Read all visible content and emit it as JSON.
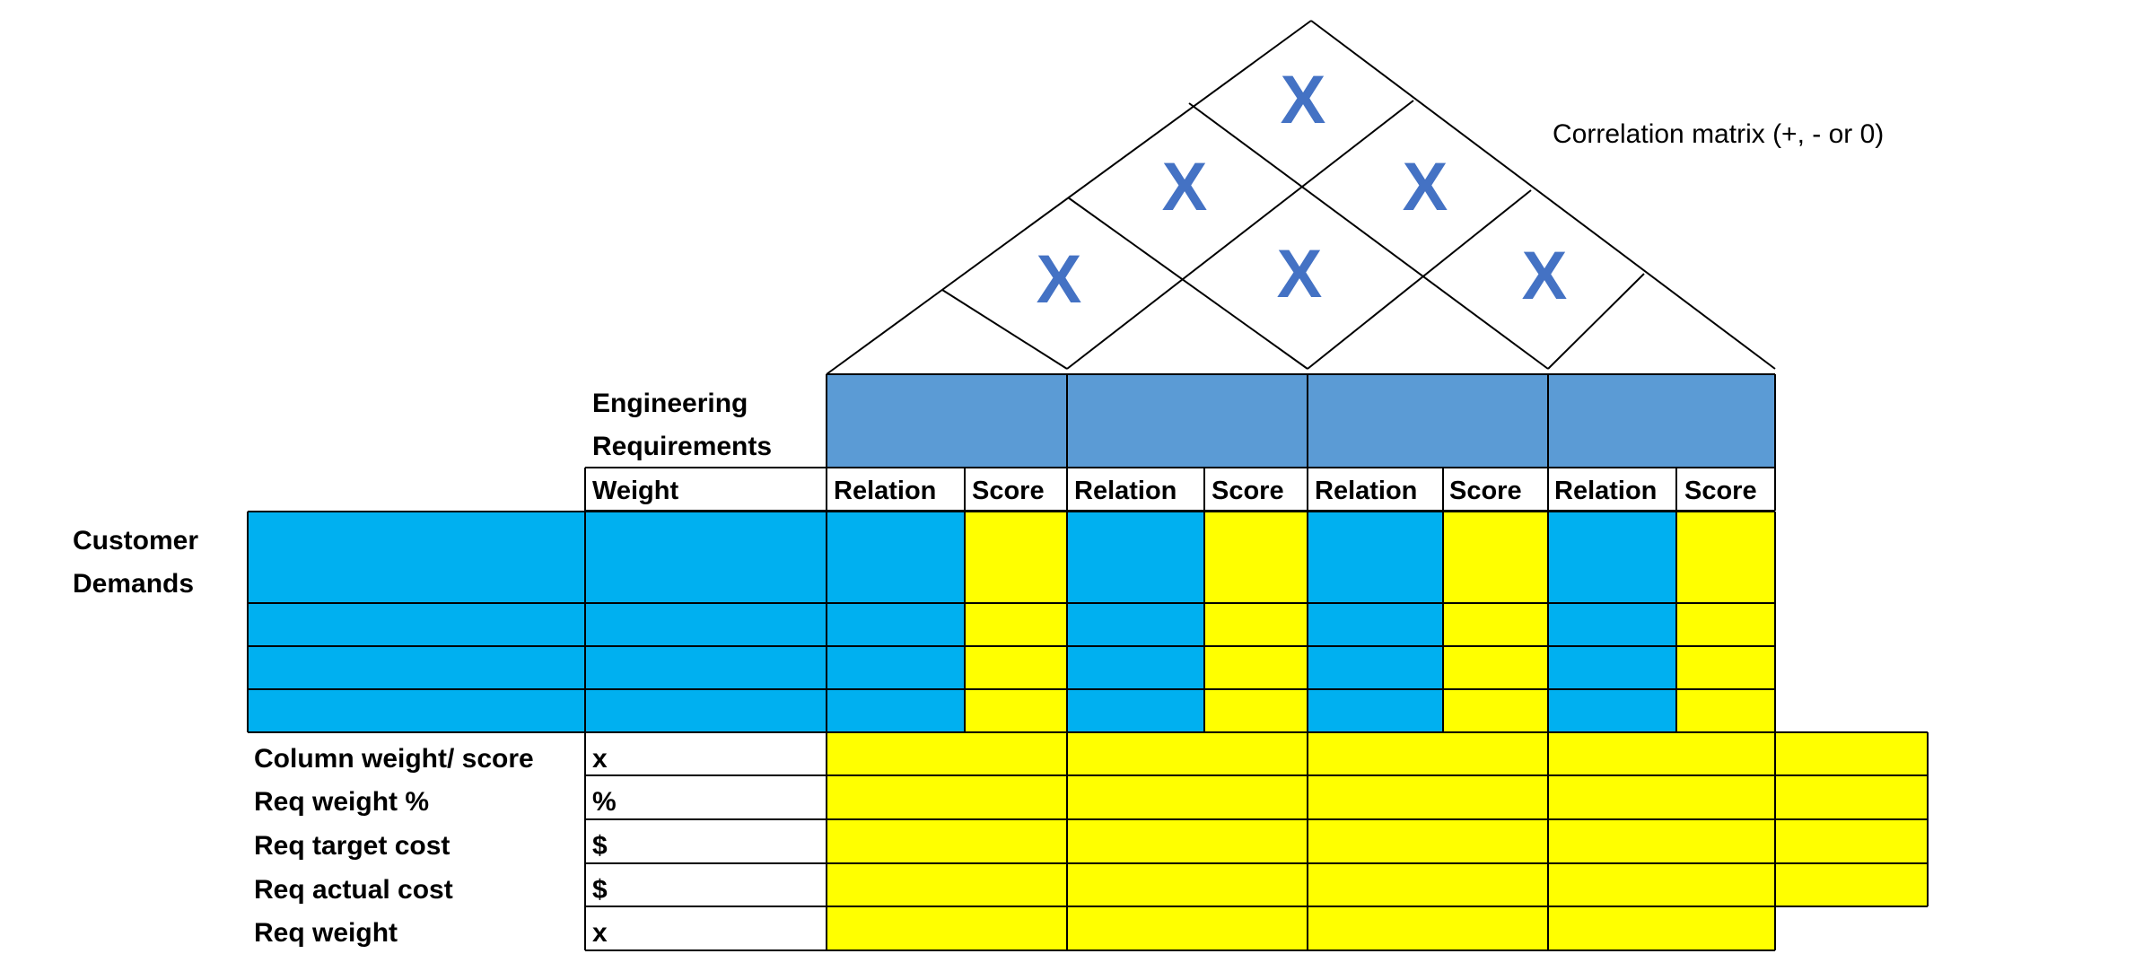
{
  "colors": {
    "header_blue": "#5b9bd5",
    "demand_cyan": "#00b0f0",
    "score_yellow": "#ffff00",
    "correlation_mark": "#4472c4",
    "gridline": "#000000"
  },
  "roof": {
    "note": "Correlation matrix (+, - or 0)",
    "marks": [
      "X",
      "X",
      "X",
      "X",
      "X",
      "X"
    ]
  },
  "requirements": {
    "label_line1": "Engineering",
    "label_line2": "Requirements",
    "weight_header": "Weight",
    "columns": [
      {
        "relation": "Relation",
        "score": "Score"
      },
      {
        "relation": "Relation",
        "score": "Score"
      },
      {
        "relation": "Relation",
        "score": "Score"
      },
      {
        "relation": "Relation",
        "score": "Score"
      }
    ]
  },
  "demands": {
    "label_line1": "Customer",
    "label_line2": "Demands"
  },
  "summary_rows": [
    {
      "label": "Column weight/ score",
      "unit": "x"
    },
    {
      "label": "Req weight %",
      "unit": "%"
    },
    {
      "label": "Req target cost",
      "unit": "$"
    },
    {
      "label": "Req actual cost",
      "unit": "$"
    },
    {
      "label": "Req weight",
      "unit": "x"
    }
  ]
}
